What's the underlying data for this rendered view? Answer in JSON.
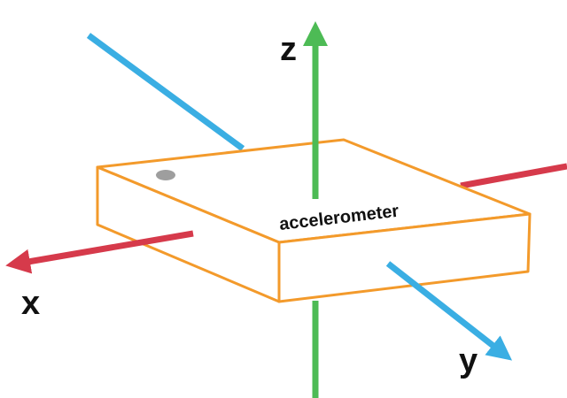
{
  "diagram": {
    "device_label": "accelerometer",
    "axes": {
      "x": {
        "label": "x",
        "color": "#d63a4b"
      },
      "y": {
        "label": "y",
        "color": "#3aaee3"
      },
      "z": {
        "label": "z",
        "color": "#4dbb55"
      }
    },
    "device": {
      "outline_color": "#f39a2b",
      "indicator_color": "#9e9e9e"
    }
  }
}
